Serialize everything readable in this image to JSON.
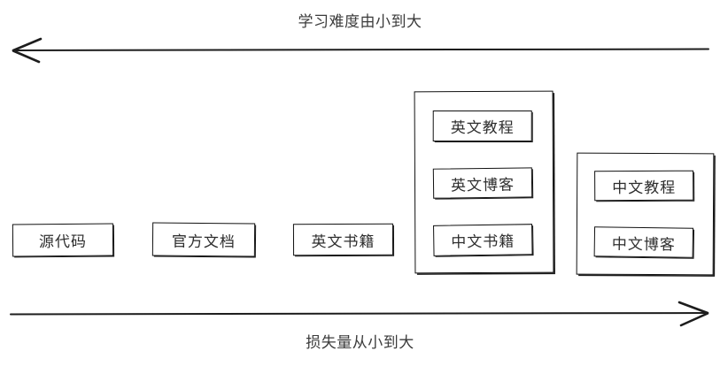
{
  "diagram": {
    "top_axis": {
      "label": "学习难度由小到大",
      "direction": "left",
      "arrow_name": "difficulty-axis-arrow"
    },
    "bottom_axis": {
      "label": "损失量从小到大",
      "direction": "right",
      "arrow_name": "loss-axis-arrow"
    },
    "nodes": [
      {
        "label": "源代码"
      },
      {
        "label": "官方文档"
      },
      {
        "label": "英文书籍"
      }
    ],
    "groups": [
      {
        "name": "english-materials-group",
        "items": [
          {
            "label": "英文教程"
          },
          {
            "label": "英文博客"
          },
          {
            "label": "中文书籍"
          }
        ]
      },
      {
        "name": "chinese-materials-group",
        "items": [
          {
            "label": "中文教程"
          },
          {
            "label": "中文博客"
          }
        ]
      }
    ],
    "colors": {
      "stroke": "#111111",
      "text": "#2e2e2e",
      "background": "#ffffff"
    }
  }
}
